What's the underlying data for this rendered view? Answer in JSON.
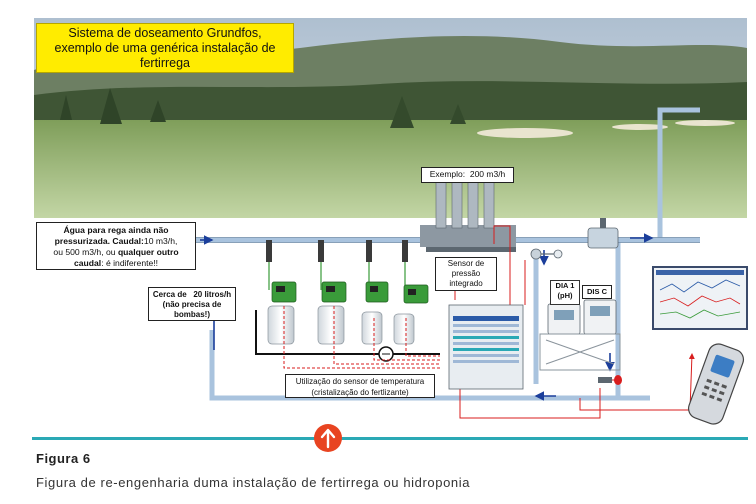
{
  "title_lines": [
    "Sistema de doseamento Grundfos,",
    "exemplo de uma genérica instalação de",
    "fertirrega"
  ],
  "water_note": {
    "line1": "Água para rega ainda não",
    "line2_bold": "pressurizada. Caudal:",
    "line2_rest": "10 m3/h,",
    "line3": "ou 500 m3/h, ou",
    "line3_bold": "qualquer outro",
    "line4_bold": "caudal",
    "line4_rest": ": é indiferente!!"
  },
  "fertilizer_note": [
    "Cerca de   20 litros/h",
    "(não precisa de",
    "bombas!)"
  ],
  "example_label": "Exemplo:  200 m3/h",
  "pressure_sensor": [
    "Sensor de",
    "pressão",
    "integrado"
  ],
  "temperature_sensor": [
    "Utilização do sensor de temperatura",
    "(cristalização do fertlizante)"
  ],
  "dia_label": [
    "DIA 1",
    "(pH)"
  ],
  "dis_label": "DIS C",
  "figure_label": "Figura 6",
  "figure_caption": "Figura de re-engenharia duma instalação de fertirrega ou hidroponia",
  "colors": {
    "title_bg": "#ffec00",
    "pipe": "#a9c3de",
    "flow_blue": "#1b3e9b",
    "signal_red": "#d81e1e",
    "pump_green": "#3a9b3a",
    "accent_teal": "#2aa9b5",
    "sky": "#c9d6e2",
    "grass": "#9fbb77"
  }
}
